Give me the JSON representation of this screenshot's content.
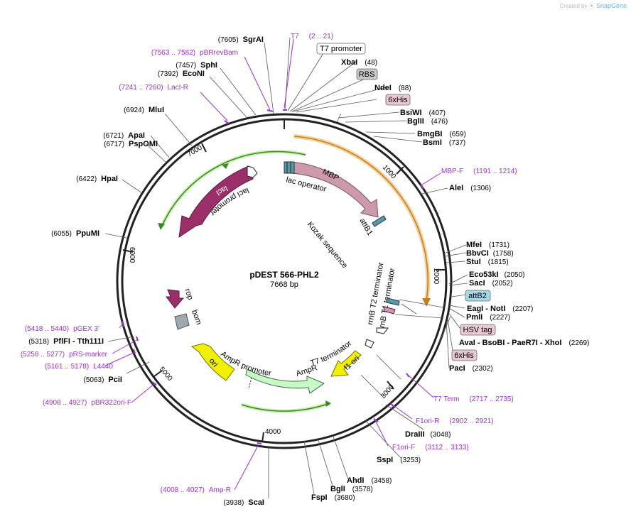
{
  "header": {
    "credit_text": "Created by",
    "brand": "SnapGene"
  },
  "map": {
    "name": "pDEST 566-PHL2",
    "length_label": "7668 bp",
    "length": 7668,
    "ticks": [
      {
        "pos": 1000,
        "label": "1000"
      },
      {
        "pos": 2000,
        "label": "2000"
      },
      {
        "pos": 3000,
        "label": "3000"
      },
      {
        "pos": 4000,
        "label": "4000"
      },
      {
        "pos": 5000,
        "label": "5000"
      },
      {
        "pos": 6000,
        "label": "6000"
      },
      {
        "pos": 7000,
        "label": "7000"
      }
    ]
  },
  "enzymes": [
    {
      "name": "SgrAI",
      "pos_label": "(7605)",
      "pos": 7605
    },
    {
      "name": "SphI",
      "pos_label": "(7457)",
      "pos": 7457
    },
    {
      "name": "EcoNI",
      "pos_label": "(7392)",
      "pos": 7392
    },
    {
      "name": "MluI",
      "pos_label": "(6924)",
      "pos": 6924
    },
    {
      "name": "ApaI",
      "pos_label": "(6721)",
      "pos": 6721
    },
    {
      "name": "PspOMI",
      "pos_label": "(6717)",
      "pos": 6717
    },
    {
      "name": "HpaI",
      "pos_label": "(6422)",
      "pos": 6422
    },
    {
      "name": "PpuMI",
      "pos_label": "(6055)",
      "pos": 6055
    },
    {
      "name": "PflFI  - Tth111I",
      "pos_label": "(5318)",
      "pos": 5318
    },
    {
      "name": "PciI",
      "pos_label": "(5063)",
      "pos": 5063
    },
    {
      "name": "XbaI",
      "pos_label": "(48)",
      "pos": 48
    },
    {
      "name": "NdeI",
      "pos_label": "(88)",
      "pos": 88
    },
    {
      "name": "BsiWI",
      "pos_label": "(407)",
      "pos": 407
    },
    {
      "name": "BglII",
      "pos_label": "(476)",
      "pos": 476
    },
    {
      "name": "BmgBI",
      "pos_label": "(659)",
      "pos": 659
    },
    {
      "name": "BsmI",
      "pos_label": "(737)",
      "pos": 737
    },
    {
      "name": "AleI",
      "pos_label": "(1306)",
      "pos": 1306
    },
    {
      "name": "MfeI",
      "pos_label": "(1731)",
      "pos": 1731
    },
    {
      "name": "BbvCI",
      "pos_label": "(1758)",
      "pos": 1758
    },
    {
      "name": "StuI",
      "pos_label": "(1815)",
      "pos": 1815
    },
    {
      "name": "Eco53kI",
      "pos_label": "(2050)",
      "pos": 2050
    },
    {
      "name": "SacI",
      "pos_label": "(2052)",
      "pos": 2052
    },
    {
      "name": "EagI  - NotI",
      "pos_label": "(2207)",
      "pos": 2207
    },
    {
      "name": "PmlI",
      "pos_label": "(2227)",
      "pos": 2227
    },
    {
      "name": "AvaI  - BsoBI  - PaeR7I  - XhoI",
      "pos_label": "(2269)",
      "pos": 2269
    },
    {
      "name": "PacI",
      "pos_label": "(2302)",
      "pos": 2302
    },
    {
      "name": "DraIII",
      "pos_label": "(3048)",
      "pos": 3048
    },
    {
      "name": "SspI",
      "pos_label": "(3253)",
      "pos": 3253
    },
    {
      "name": "AhdI",
      "pos_label": "(3458)",
      "pos": 3458
    },
    {
      "name": "BglI",
      "pos_label": "(3578)",
      "pos": 3578
    },
    {
      "name": "FspI",
      "pos_label": "(3680)",
      "pos": 3680
    },
    {
      "name": "ScaI",
      "pos_label": "(3938)",
      "pos": 3938
    }
  ],
  "primers": [
    {
      "name": "T7",
      "range": "(2 .. 21)"
    },
    {
      "name": "pBRrevBam",
      "range": "(7563 .. 7582)"
    },
    {
      "name": "LacI-R",
      "range": "(7241 .. 7260)"
    },
    {
      "name": "MBP-F",
      "range": "(1191 .. 1214)"
    },
    {
      "name": "pGEX 3'",
      "range": "(5418 .. 5440)"
    },
    {
      "name": "pRS-marker",
      "range": "(5258 .. 5277)"
    },
    {
      "name": "L4440",
      "range": "(5161 .. 5178)"
    },
    {
      "name": "pBR322ori-F",
      "range": "(4908 .. 4927)"
    },
    {
      "name": "T7 Term",
      "range": "(2717 .. 2735)"
    },
    {
      "name": "F1ori-R",
      "range": "(2902 .. 2921)"
    },
    {
      "name": "F1ori-F",
      "range": "(3112 .. 3133)"
    },
    {
      "name": "Amp-R",
      "range": "(4008 .. 4027)"
    }
  ],
  "boxed_features": [
    {
      "label": "T7 promoter",
      "fill": "#ffffff"
    },
    {
      "label": "RBS",
      "fill": "#c8c8c8"
    },
    {
      "label": "6xHis",
      "fill": "#e8c8d2"
    },
    {
      "label": "attB2",
      "fill": "#a8d8e8"
    },
    {
      "label": "HSV tag",
      "fill": "#e8c8d2"
    },
    {
      "label": "6xHis",
      "fill": "#e8c8d2"
    }
  ],
  "feature_labels": {
    "lac_operator": "lac operator",
    "mbp": "MBP",
    "attb1": "attB1",
    "kozak": "Kozak sequence",
    "laci": "lacI",
    "laci_promoter": "lacI promoter",
    "rrnb_t2": "rrnB T2 terminator",
    "rrnb_t1": "rrnB T1 terminator",
    "t7_terminator": "T7 terminator",
    "f1_ori": "f1 ori",
    "rop": "rop",
    "bom": "bom",
    "ori": "ori",
    "ampr_promoter": "AmpR promoter",
    "ampr": "AmpR"
  },
  "colors": {
    "backbone": "#2a2a2a",
    "laci": "#9b2f6a",
    "mbp": "#cc9aac",
    "orf_arc": "#e0a030",
    "green_arc": "#58b030",
    "ori": "#f0f000",
    "ampr": "#c8f8c8",
    "primer": "#9b30d9",
    "rop": "#9b2f6a",
    "bom": "#a0a8b0"
  }
}
